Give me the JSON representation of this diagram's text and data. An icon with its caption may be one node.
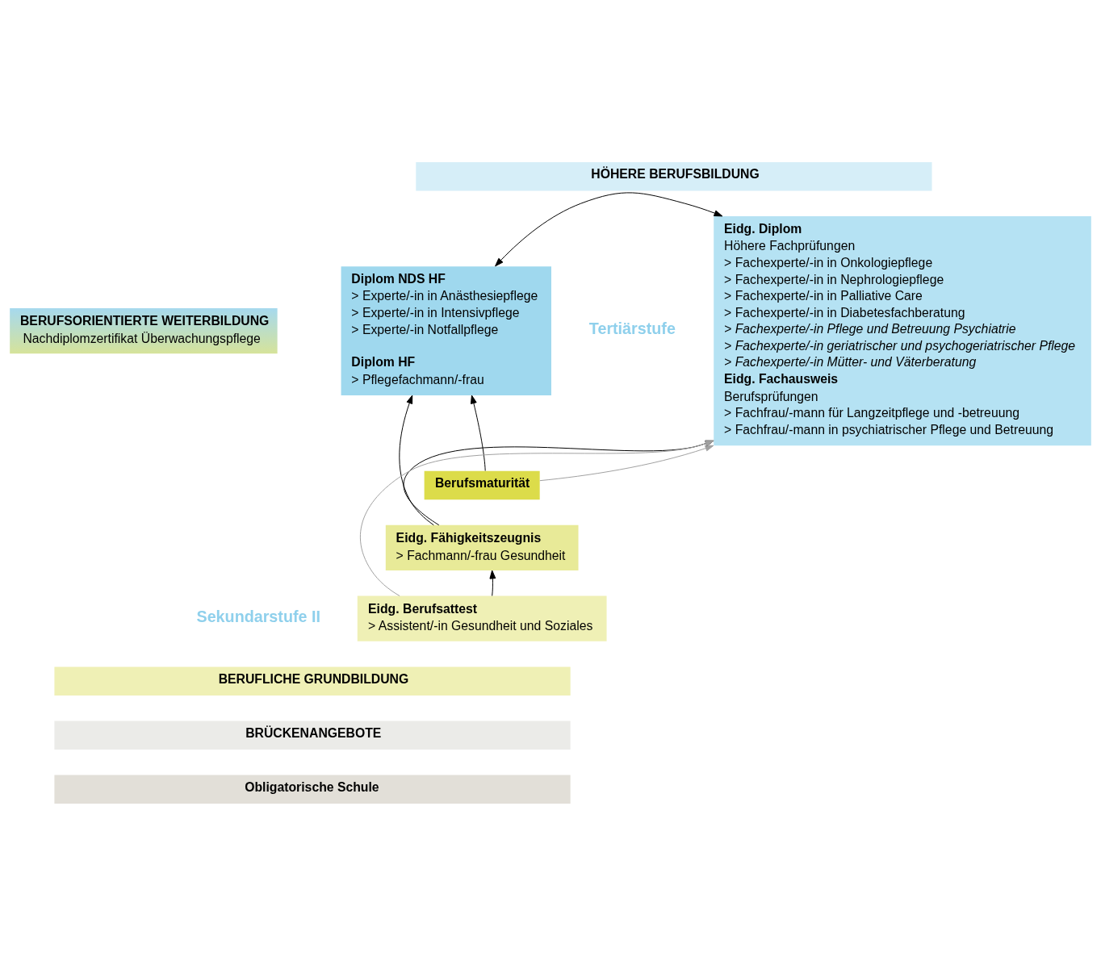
{
  "diagram": {
    "nodes": [
      {
        "text": [
          "HÖHERE BERUFSBILDUNG"
        ]
      },
      {
        "text": [
          "Eidg. Diplom",
          "Höhere Fachprüfungen",
          "> Fachexperte/-in in Onkologiepflege",
          "> Fachexperte/-in in Nephrologiepflege",
          "> Fachexperte/-in in Palliative Care",
          "> Fachexperte/-in in Diabetesfachberatung",
          "> Fachexperte/-in Pflege und Betreuung Psychiatrie",
          "> Fachexperte/-in geriatrischer und psychogeriatrischer Pflege",
          "> Fachexperte/-in Mütter- und Väterberatung",
          "Eidg. Fachausweis",
          "Berufsprüfungen",
          "> Fachfrau/-mann für Langzeitpflege und -betreuung",
          "> Fachfrau/-mann in psychiatrischer Pflege und Betreuung"
        ]
      },
      {
        "text": [
          "Diplom NDS HF",
          "> Experte/-in in Anästhesiepflege",
          "> Experte/-in in Intensivpflege",
          "> Experte/-in Notfallpflege",
          "Diplom HF",
          "> Pflegefachmann/-frau"
        ]
      },
      {
        "text": [
          "Berufsmaturität"
        ]
      },
      {
        "text": [
          "Eidg. Fähigkeitszeugnis",
          "> Fachmann/-frau Gesundheit"
        ]
      },
      {
        "text": [
          "Eidg. Berufsattest",
          "> Assistent/-in Gesundheit und Soziales"
        ]
      },
      {
        "text": [
          "BERUFLICHE GRUNDBILDUNG"
        ]
      },
      {
        "text": [
          "BRÜCKENANGEBOTE"
        ]
      },
      {
        "text": [
          "Obligatorische Schule"
        ]
      },
      {
        "text": [
          "BERUFSORIENTIERTE WEITERBILDUNG",
          "Nachdiplomzertifikat Überwachungspflege"
        ]
      }
    ],
    "edges": [
      {
        "from": 1,
        "to": 2,
        "arrow": "both"
      },
      {
        "from": 5,
        "to": 1,
        "arrow": "to",
        "color": "#a0a0a0"
      },
      {
        "from": 3,
        "to": 1,
        "arrow": "to",
        "color": "#a0a0a0"
      },
      {
        "from": 4,
        "to": 1,
        "arrow": "to"
      },
      {
        "from": 4,
        "to": 2,
        "arrow": "to"
      },
      {
        "from": 3,
        "to": 2,
        "arrow": "to"
      },
      {
        "from": 5,
        "to": 4,
        "arrow": "to"
      }
    ],
    "labels": [
      "Tertiärstufe",
      "Sekundarstufe II"
    ]
  }
}
